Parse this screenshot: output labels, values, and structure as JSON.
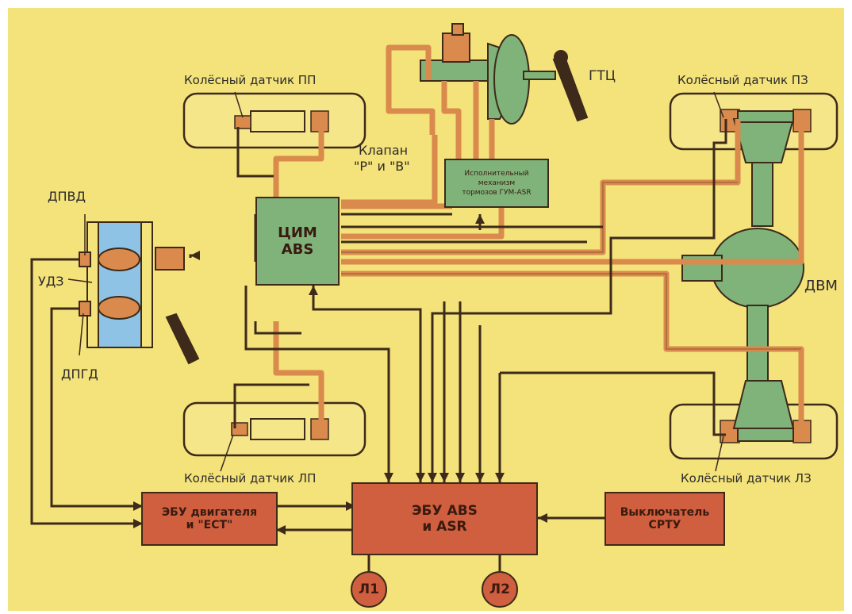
{
  "labels": {
    "sensor_fr": "Колёсный датчик ПП",
    "sensor_fl": "Колёсный датчик ПЗ",
    "sensor_rr": "Колёсный датчик ЛП",
    "sensor_rl": "Колёсный датчик ЛЗ",
    "master_cylinder": "ГТЦ",
    "valve_line1": "Клапан",
    "valve_line2": "\"Р\" и \"В\"",
    "dpvd": "ДПВД",
    "udz": "УДЗ",
    "dpgd": "ДПГД",
    "dvm": "ДВМ"
  },
  "boxes": {
    "cim_line1": "ЦИМ",
    "cim_line2": "ABS",
    "actuator_line1": "Исполнительный",
    "actuator_line2": "механизм",
    "actuator_line3": "тормозов ГУМ-ASR",
    "ebu_engine_line1": "ЭБУ двигателя",
    "ebu_engine_line2": "и \"ЕСТ\"",
    "ebu_abs_line1": "ЭБУ ABS",
    "ebu_abs_line2": "и ASR",
    "switch_line1": "Выключатель",
    "switch_line2": "СРТУ"
  },
  "lamps": {
    "l1": "Л1",
    "l2": "Л2"
  },
  "colors": {
    "background": "#f4e27a",
    "hydraulic_line": "#d98a4c",
    "module_green": "#7fb37a",
    "ebu_red": "#cf5f3e",
    "wire": "#3d2a1a",
    "throttle_blue": "#8fc3e6"
  }
}
